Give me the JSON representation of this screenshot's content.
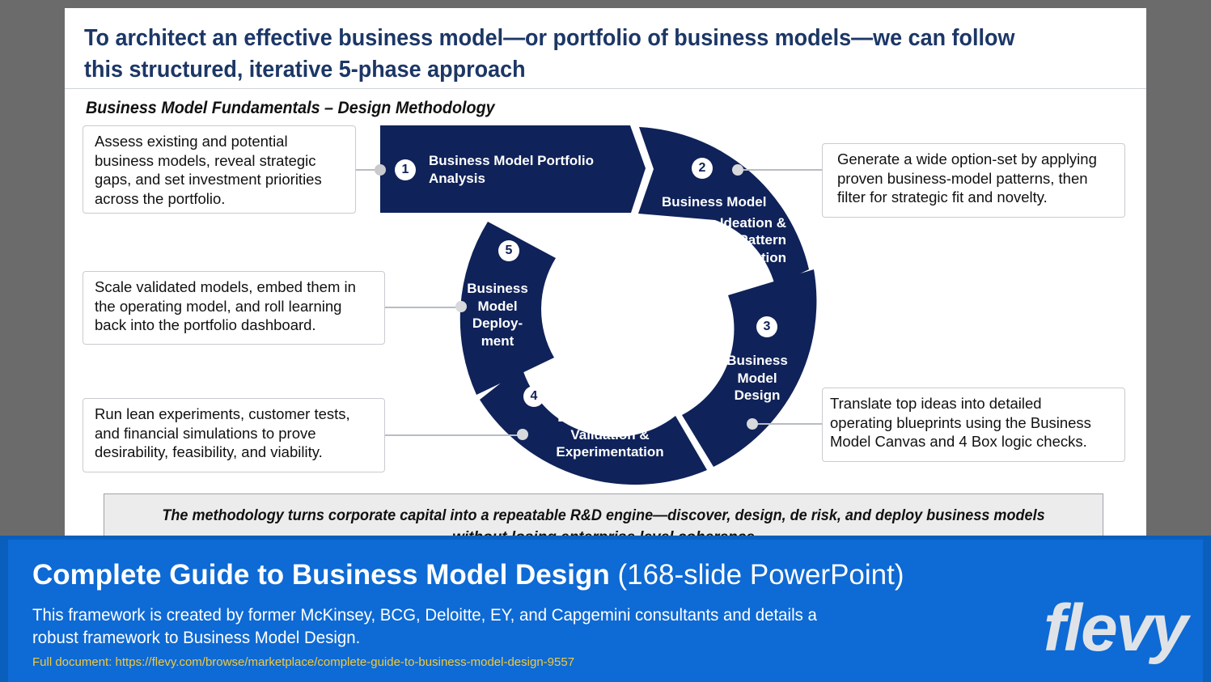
{
  "slide": {
    "title": "To architect an effective business model—or portfolio of business models—we can follow this structured, iterative 5-phase approach",
    "subtitle": "Business Model Fundamentals – Design Methodology",
    "colors": {
      "title": "#1c3766",
      "segment": "#0f2259",
      "banner": "#0e6ad4",
      "url": "#f0c93c"
    },
    "phases": [
      {
        "number": "1",
        "label_lines": [
          "Business Model Portfolio",
          "Analysis"
        ],
        "description_lines": [
          "Assess existing and potential",
          "business models, reveal strategic",
          "gaps, and set investment priorities",
          "across the portfolio."
        ]
      },
      {
        "number": "2",
        "label_lines": [
          "Business Model",
          "Ideation &",
          "Pattern",
          "Selection"
        ],
        "description_lines": [
          "Generate a wide option-set by applying",
          "proven business-model patterns, then",
          "filter for strategic fit and novelty."
        ]
      },
      {
        "number": "3",
        "label_lines": [
          "Business",
          "Model",
          "Design"
        ],
        "description_lines": [
          "Translate top ideas into detailed",
          "operating blueprints using the Business",
          "Model Canvas and 4 Box logic checks."
        ]
      },
      {
        "number": "4",
        "label_lines": [
          "Business Model",
          "Validation &",
          "Experimentation"
        ],
        "description_lines": [
          "Run lean experiments, customer tests,",
          "and financial simulations to prove",
          "desirability, feasibility, and viability."
        ]
      },
      {
        "number": "5",
        "label_lines": [
          "Business",
          "Model",
          "Deploy-",
          "ment"
        ],
        "description_lines": [
          "Scale validated models, embed them in",
          "the operating model, and roll learning",
          "back into the portfolio dashboard."
        ]
      }
    ],
    "takeaway_lines": [
      "The methodology turns corporate capital into a repeatable R&D engine—discover, design, de risk, and deploy business models",
      "without losing enterprise level coherence"
    ]
  },
  "banner": {
    "title_bold": "Complete Guide to Business Model Design",
    "title_light": " (168-slide PowerPoint)",
    "description": "This framework is created by former McKinsey, BCG, Deloitte, EY, and Capgemini consultants and details a robust framework to Business Model Design.",
    "url_text": "Full document: https://flevy.com/browse/marketplace/complete-guide-to-business-model-design-9557",
    "logo_text": "flevy"
  }
}
